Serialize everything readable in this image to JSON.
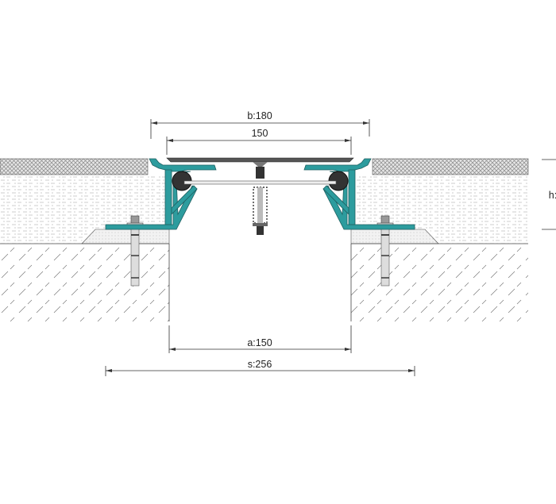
{
  "dimensions": {
    "b": "b:180",
    "inner": "150",
    "h": "h:",
    "a": "a:150",
    "s": "s:256"
  },
  "colors": {
    "profile": "#2d9c9e",
    "profile_outline": "#1f5f60",
    "rubber": "#333333",
    "cover_plate": "#555555"
  }
}
